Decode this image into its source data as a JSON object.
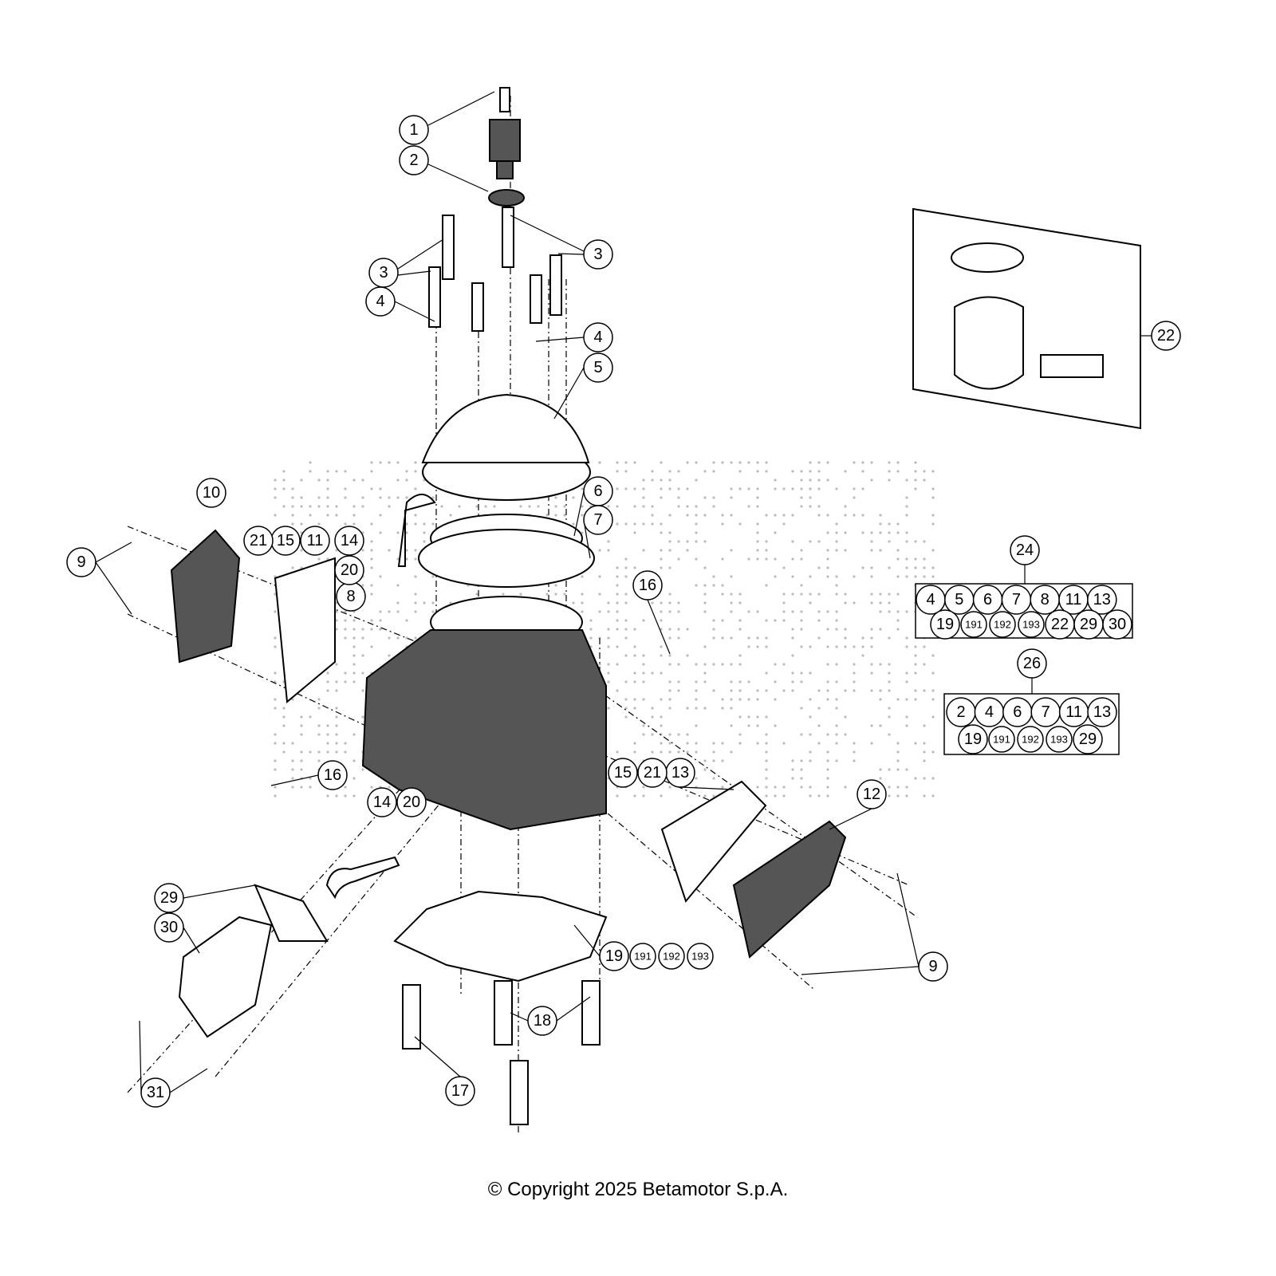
{
  "diagram": {
    "callouts": [
      "1",
      "2",
      "3",
      "3",
      "4",
      "4",
      "5",
      "6",
      "7",
      "8",
      "9",
      "9",
      "10",
      "11",
      "12",
      "13",
      "14",
      "14",
      "15",
      "15",
      "16",
      "16",
      "17",
      "18",
      "19",
      "191",
      "192",
      "193",
      "20",
      "20",
      "21",
      "21",
      "22",
      "24",
      "26",
      "29",
      "30",
      "31"
    ],
    "kit_24": {
      "label": "24",
      "row1": [
        "4",
        "5",
        "6",
        "7",
        "8",
        "11",
        "13"
      ],
      "row2": [
        "19",
        "191",
        "192",
        "193",
        "22",
        "29",
        "30"
      ]
    },
    "kit_26": {
      "label": "26",
      "row1": [
        "2",
        "4",
        "6",
        "7",
        "11",
        "13"
      ],
      "row2": [
        "19",
        "191",
        "192",
        "193",
        "29"
      ]
    },
    "watermark": "BETA"
  },
  "footer": {
    "copyright": "© Copyright 2025 Betamotor S.p.A."
  }
}
